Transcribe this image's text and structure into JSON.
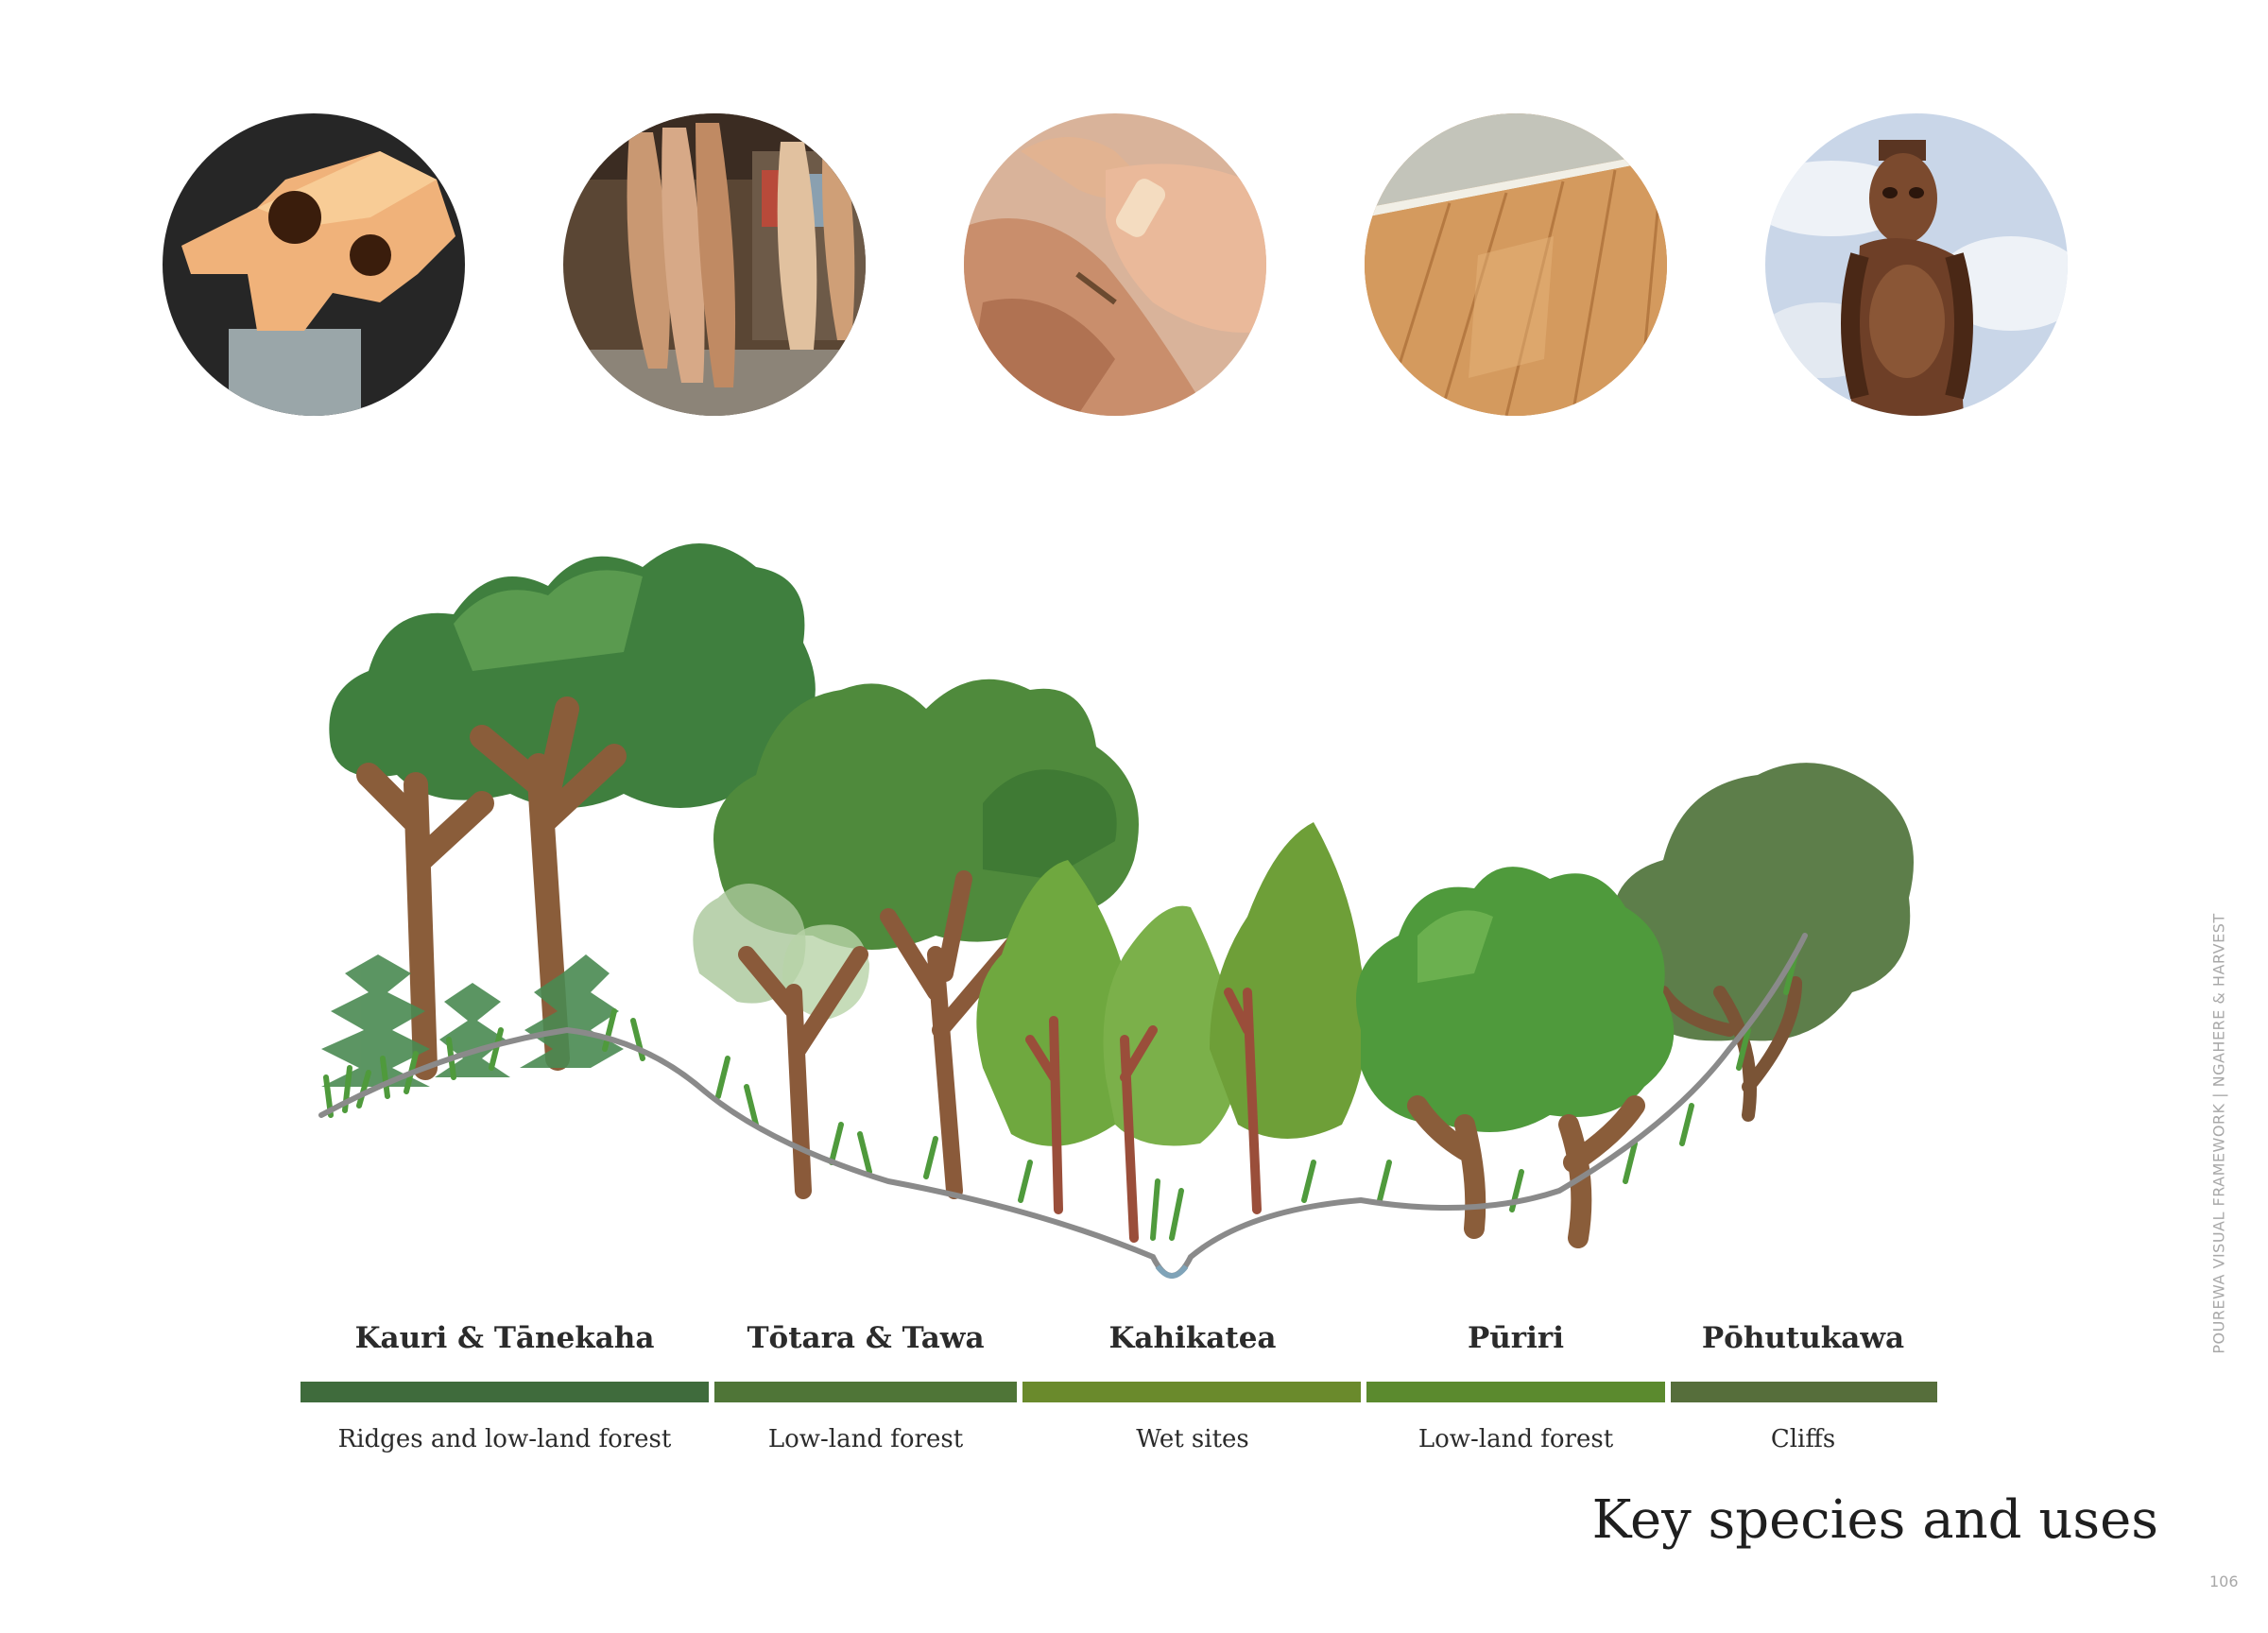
{
  "species": [
    {
      "name": "Kauri & Tānekaha",
      "habitat": "Ridges and low-land forest",
      "color": "#3f6b3c"
    },
    {
      "name": "Tōtara & Tawa",
      "habitat": "Low-land forest",
      "color": "#4f7537"
    },
    {
      "name": "Kahikatea",
      "habitat": "Wet sites",
      "color": "#6a8a2c"
    },
    {
      "name": "Pūriri",
      "habitat": "Low-land forest",
      "color": "#5b8a2e"
    },
    {
      "name": "Pōhutukawa",
      "habitat": "Cliffs",
      "color": "#566e3b"
    }
  ],
  "page": {
    "title": "Key species and uses",
    "side_label": "POUREWA VISUAL FRAMEWORK | NGAHERE & HARVEST",
    "number": "106"
  }
}
